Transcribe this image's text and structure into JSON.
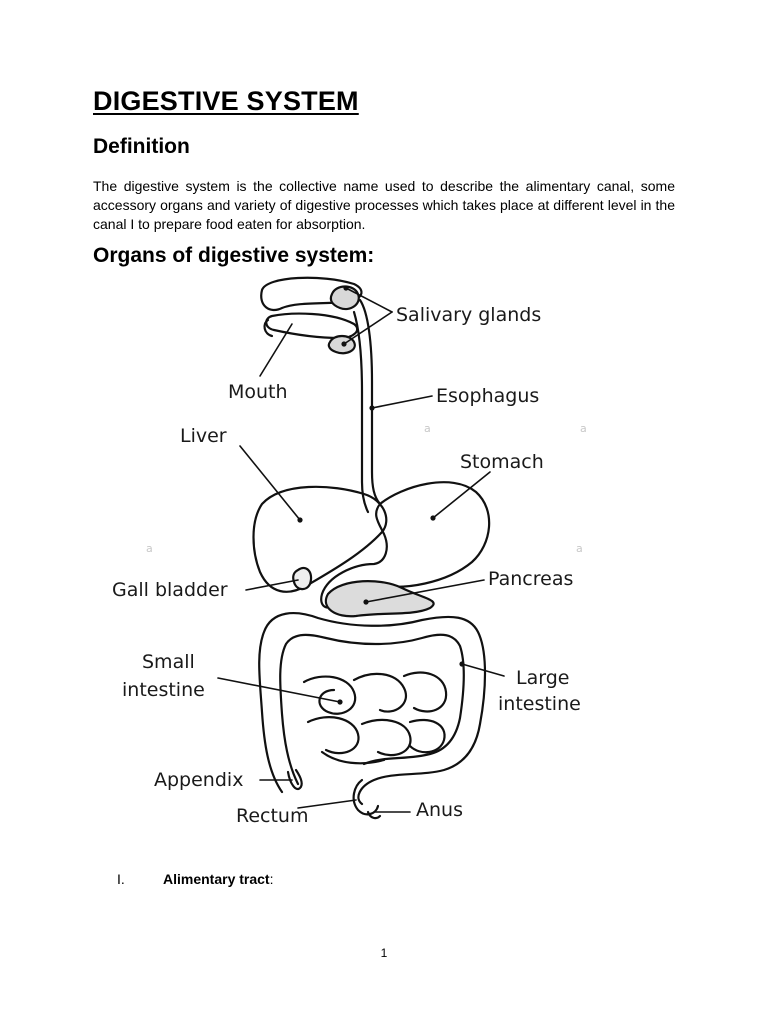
{
  "document": {
    "title": "DIGESTIVE SYSTEM",
    "definition_heading": "Definition",
    "definition_text": "The digestive system is the collective name used to describe the alimentary canal, some accessory organs and variety of digestive processes which takes place at different level in the canal I to prepare food eaten for absorption.",
    "organs_heading": "Organs of digestive system:",
    "diagram_labels": {
      "salivary_glands": "Salivary glands",
      "mouth": "Mouth",
      "esophagus": "Esophagus",
      "liver": "Liver",
      "stomach": "Stomach",
      "gall_bladder": "Gall bladder",
      "pancreas": "Pancreas",
      "small_intestine_line1": "Small",
      "small_intestine_line2": "intestine",
      "large_intestine_line1": "Large",
      "large_intestine_line2": "intestine",
      "appendix": "Appendix",
      "rectum": "Rectum",
      "anus": "Anus"
    },
    "list": [
      {
        "number": "I.",
        "text": "Alimentary tract",
        "suffix": ":"
      }
    ],
    "page_number": "1"
  }
}
